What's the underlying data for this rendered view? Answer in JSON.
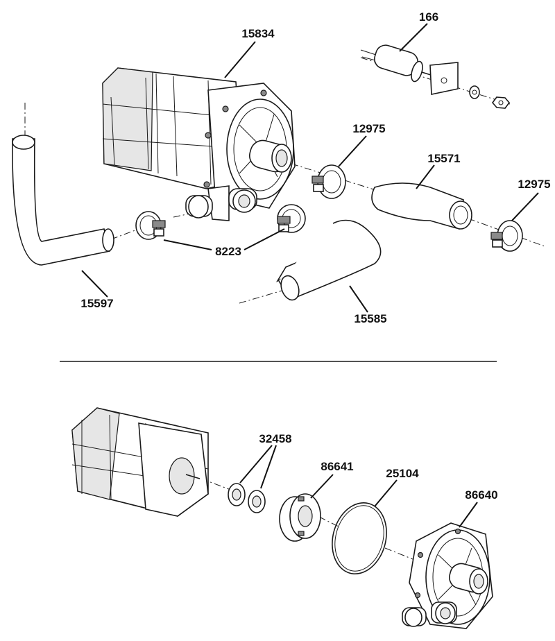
{
  "labels": {
    "p166": "166",
    "p15834": "15834",
    "p12975a": "12975",
    "p15571": "15571",
    "p12975b": "12975",
    "p8223": "8223",
    "p15597": "15597",
    "p15585": "15585",
    "p32458": "32458",
    "p86641": "86641",
    "p25104": "25104",
    "p86640": "86640"
  },
  "colors": {
    "line": "#1a1a1a",
    "background": "#ffffff"
  }
}
